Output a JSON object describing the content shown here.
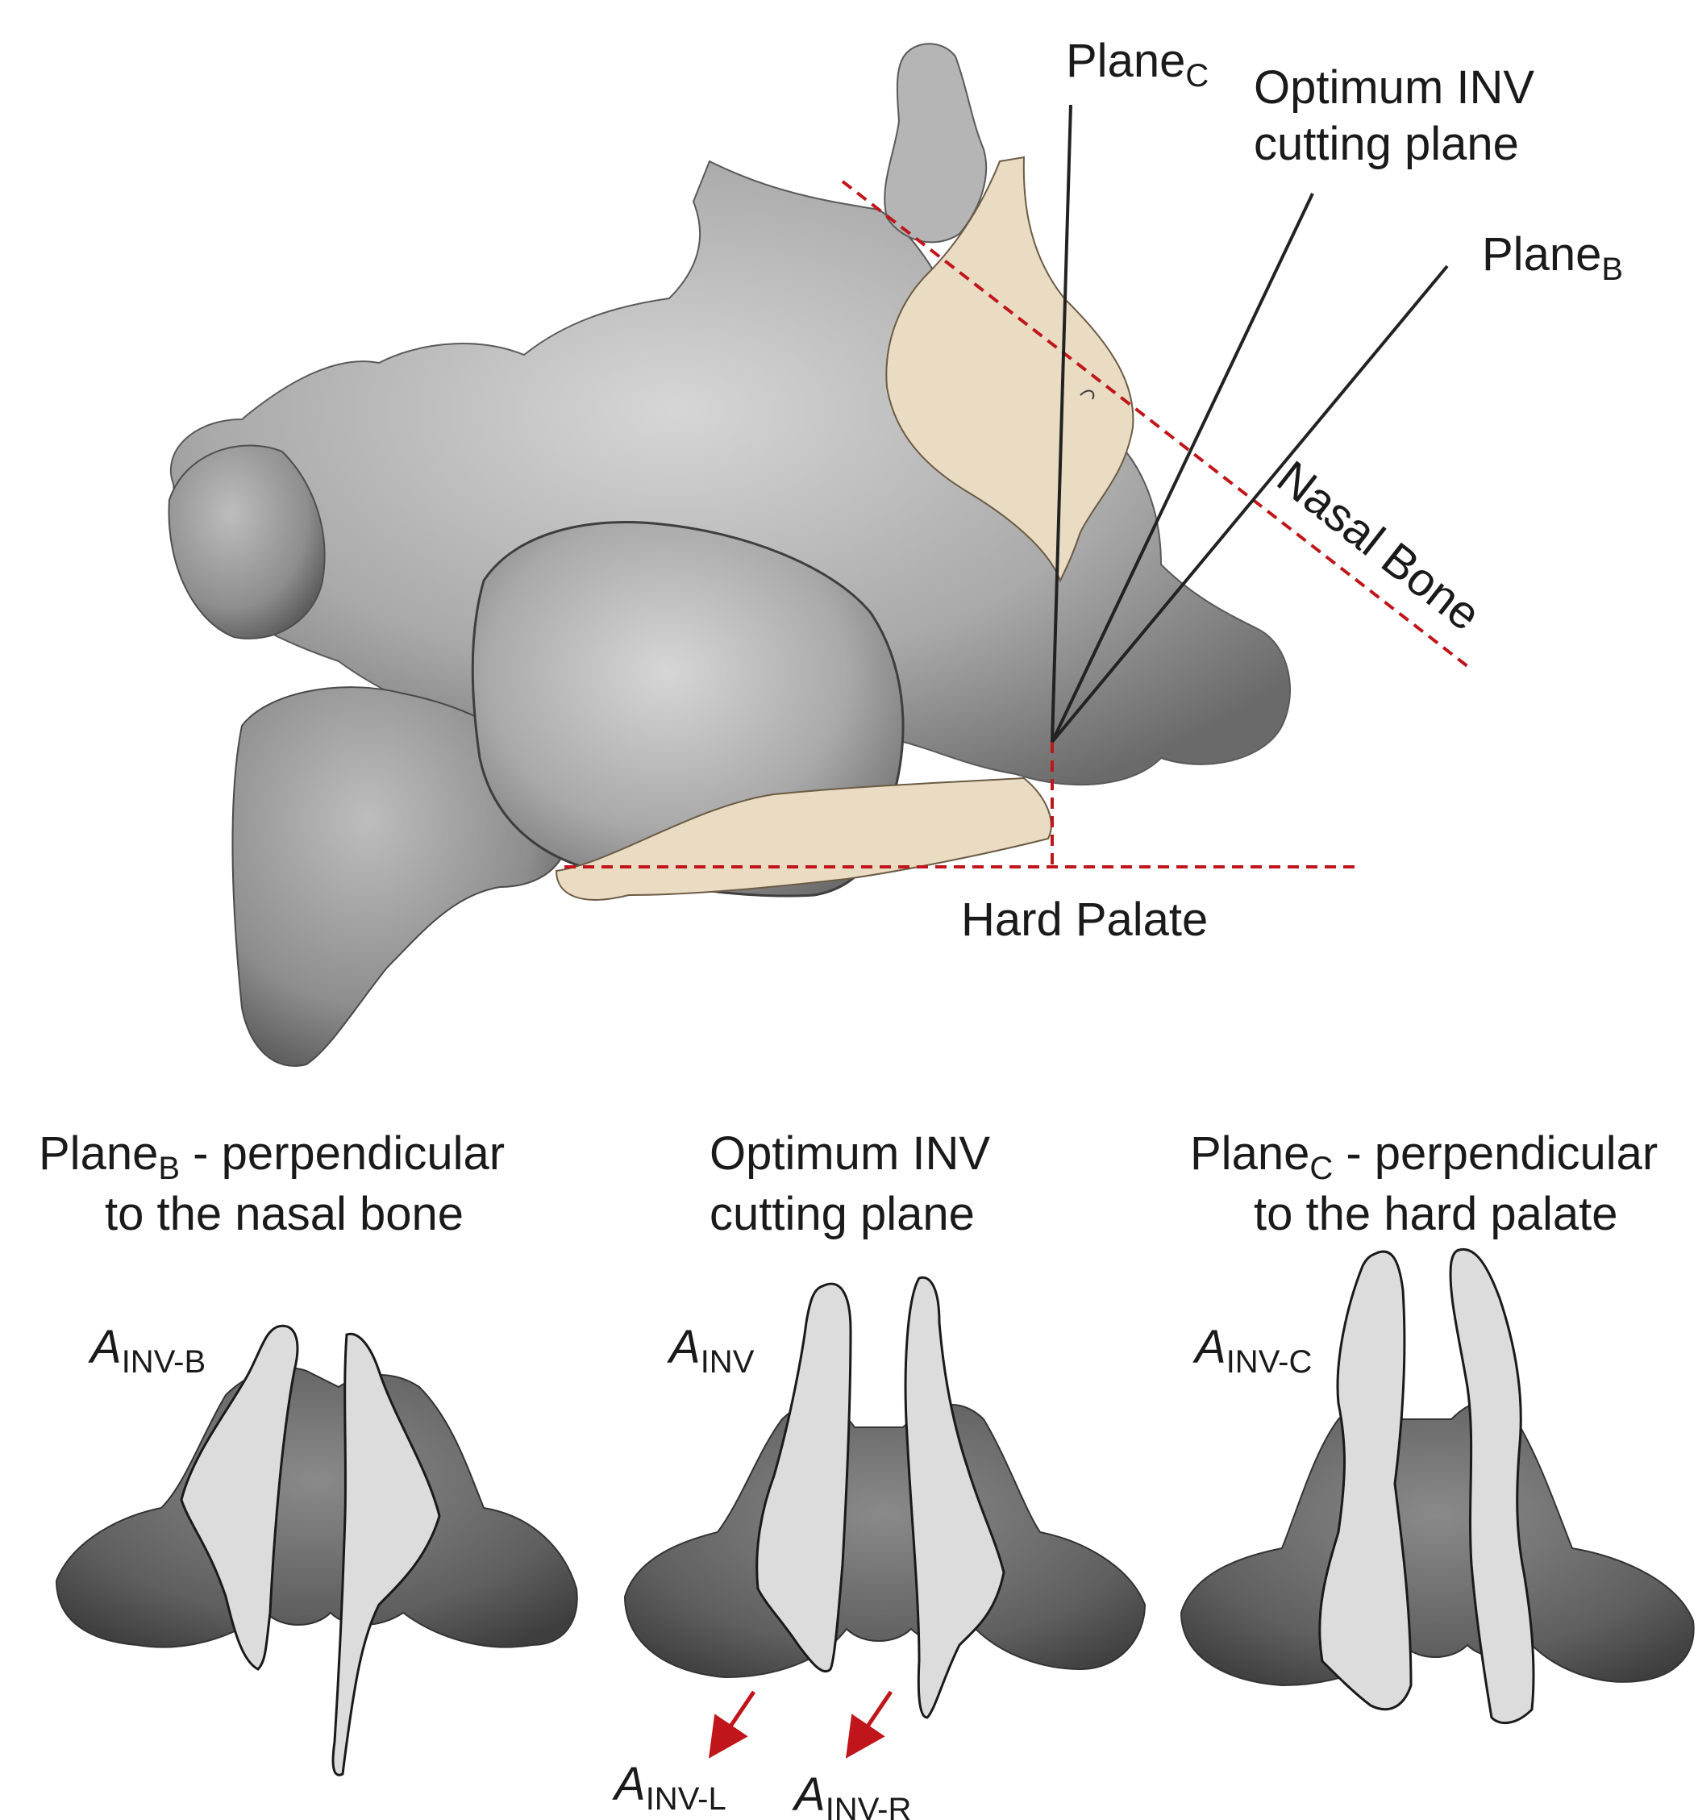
{
  "top": {
    "plane_c_label": {
      "main": "Plane",
      "sub": "C"
    },
    "optimum_label": {
      "line1": "Optimum INV",
      "line2": "cutting plane"
    },
    "plane_b_label": {
      "main": "Plane",
      "sub": "B"
    },
    "nasal_bone_label": "Nasal Bone",
    "hard_palate_label": "Hard Palate"
  },
  "panels": [
    {
      "title": {
        "main": "Plane",
        "sub": "B",
        "rest": " - perpendicular",
        "line2": "to the nasal bone"
      },
      "area_label": {
        "main": "A",
        "sub": "INV-B"
      }
    },
    {
      "title": {
        "line1": "Optimum INV",
        "line2": "cutting plane"
      },
      "area_label": {
        "main": "A",
        "sub": "INV"
      },
      "left_label": {
        "main": "A",
        "sub": "INV-L"
      },
      "right_label": {
        "main": "A",
        "sub": "INV-R"
      }
    },
    {
      "title": {
        "main": "Plane",
        "sub": "C",
        "rest": " - perpendicular",
        "line2": "to the hard palate"
      },
      "area_label": {
        "main": "A",
        "sub": "INV-C"
      }
    }
  ],
  "colors": {
    "bone": "#a9a9a9",
    "section_fill": "#e9dcc3",
    "cut_face": "#dcdcdc",
    "red_guide": "#c0161b",
    "arrow": "#c0161b",
    "nose_skin": "#6e6e6e"
  }
}
